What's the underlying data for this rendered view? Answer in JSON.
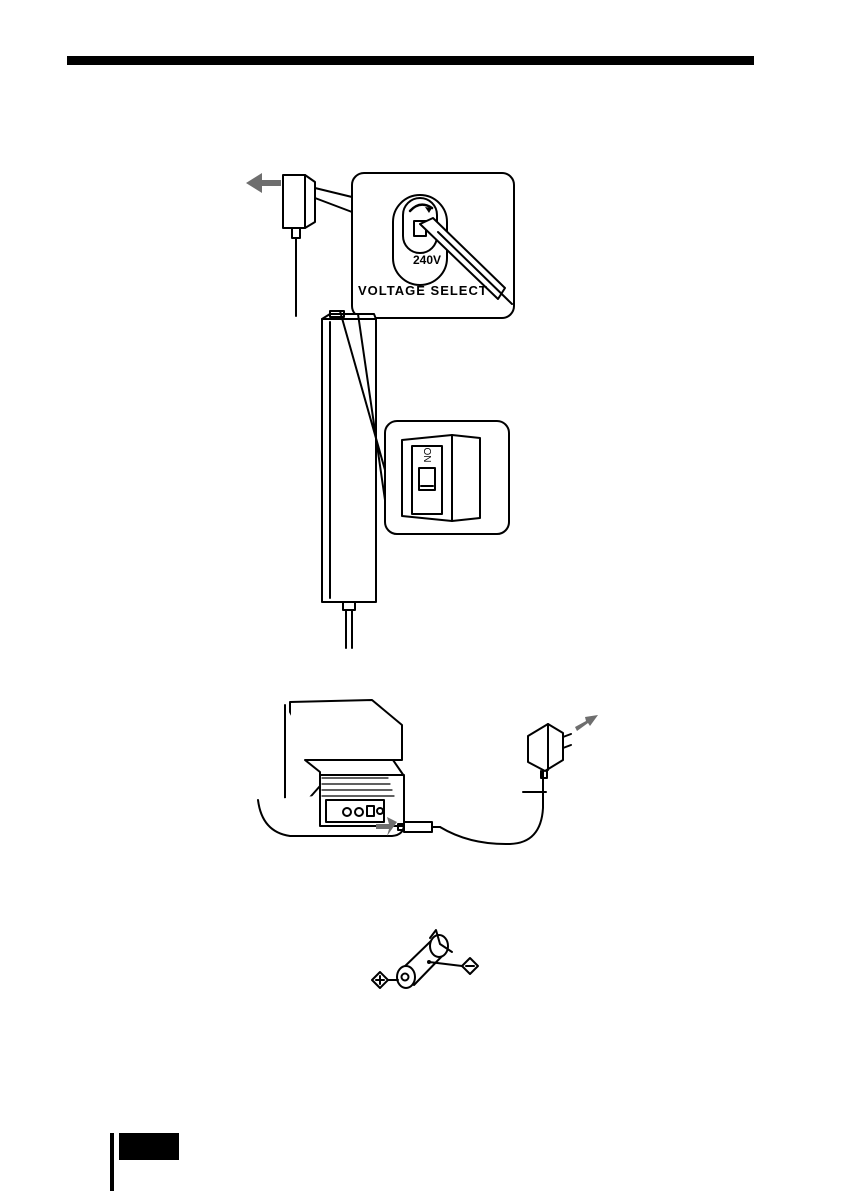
{
  "figures": {
    "voltage_selector": {
      "voltage_value": "240V",
      "selector_label": "VOLTAGE SELECT"
    },
    "power_switch": {
      "switch_label": "ON"
    }
  },
  "colors": {
    "arrow": "#6e6e6e",
    "ink": "#000000"
  }
}
